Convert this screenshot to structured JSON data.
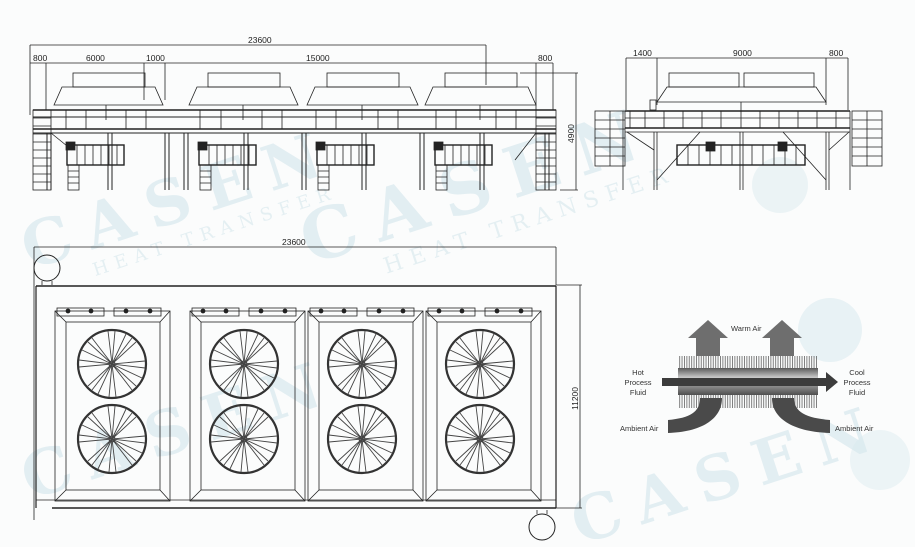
{
  "watermark": {
    "brand": "CASEN",
    "subtitle": "HEAT TRANSFER",
    "accent_color": "#cfe3ea"
  },
  "front_elevation": {
    "overall_width": "23600",
    "segments": [
      "800",
      "6000",
      "1000",
      "15000",
      "800"
    ],
    "height": "4900"
  },
  "side_elevation": {
    "segments": [
      "1400",
      "9000",
      "800"
    ]
  },
  "plan_view": {
    "overall_width": "23600",
    "depth": "11200",
    "modules": 4,
    "fans_per_module": 2
  },
  "principle_diagram": {
    "warm_air": "Warm Air",
    "hot_fluid_line1": "Hot",
    "hot_fluid_line2": "Process",
    "hot_fluid_line3": "Fluid",
    "cool_fluid_line1": "Cool",
    "cool_fluid_line2": "Process",
    "cool_fluid_line3": "Fluid",
    "ambient_air_left": "Ambient Air",
    "ambient_air_right": "Ambient Air",
    "arrow_color": "#6e6e6e",
    "tube_color": "#8a8a8a"
  }
}
